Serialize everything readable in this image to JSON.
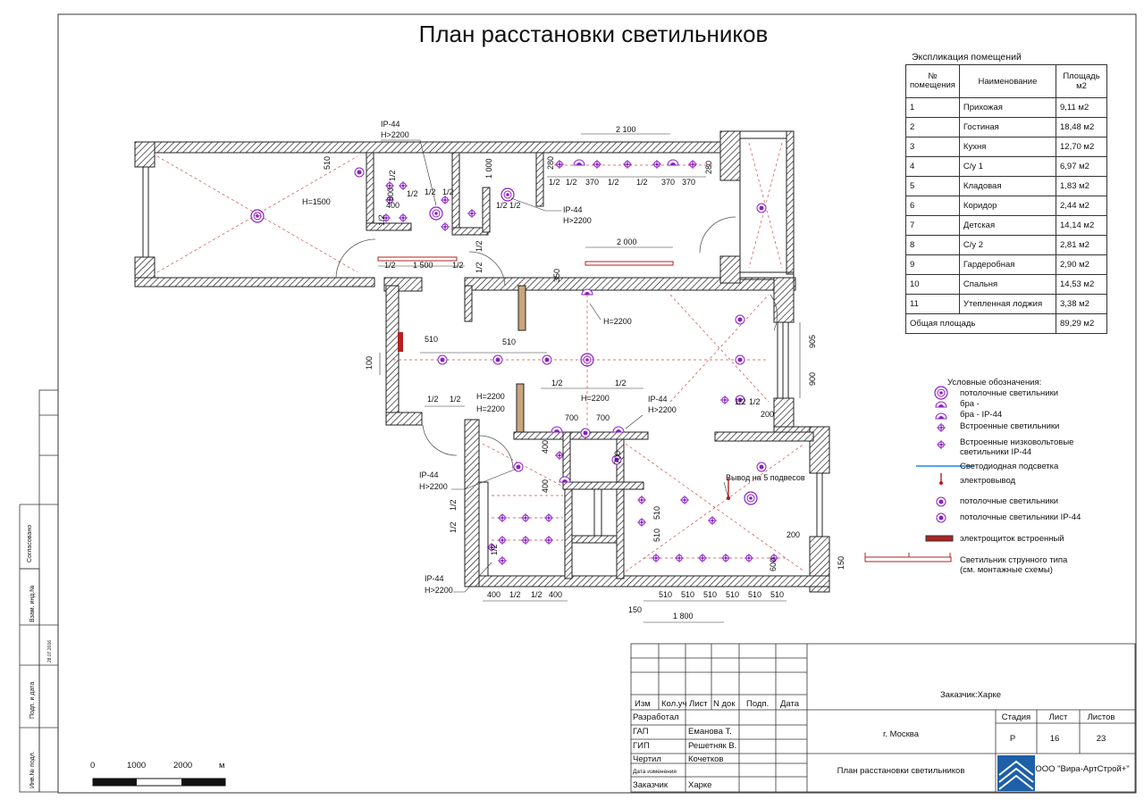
{
  "sheet": {
    "title": "План расстановки светильников"
  },
  "explication": {
    "caption": "Экспликация помещений",
    "headers": [
      "№ помещения",
      "Наименование",
      "Площадь м2"
    ],
    "rows": [
      {
        "n": "1",
        "name": "Прихожая",
        "area": "9,11 м2"
      },
      {
        "n": "2",
        "name": "Гостиная",
        "area": "18,48 м2"
      },
      {
        "n": "3",
        "name": "Кухня",
        "area": "12,70 м2"
      },
      {
        "n": "4",
        "name": "С/у 1",
        "area": "6,97 м2"
      },
      {
        "n": "5",
        "name": "Кладовая",
        "area": "1,83 м2"
      },
      {
        "n": "6",
        "name": "Коридор",
        "area": "2,44 м2"
      },
      {
        "n": "7",
        "name": "Детская",
        "area": "14,14 м2"
      },
      {
        "n": "8",
        "name": "С/у 2",
        "area": "2,81 м2"
      },
      {
        "n": "9",
        "name": "Гардеробная",
        "area": "2,90 м2"
      },
      {
        "n": "10",
        "name": "Спальня",
        "area": "14,53 м2"
      },
      {
        "n": "11",
        "name": "Утепленная лоджия",
        "area": "3,38 м2"
      }
    ],
    "total_label": "Общая площадь",
    "total_value": "89,29 м2"
  },
  "legend": {
    "title": "Условные обозначения:",
    "items": [
      "потолочные светильники",
      "бра -",
      "бра -  IP-44",
      "Встроенные светильники",
      "Встроенные низковольтовые светильники IP-44",
      "Светодиодная подсветка",
      "электровывод",
      "потолочные светильники",
      "потолочные светильники IP-44",
      "электрощиток встроенный",
      "Светильник струнного типа (см. монтажные схемы)"
    ],
    "colors": {
      "lamp": "#8b1fc6",
      "panel": "#b22222",
      "led": "#1e88e5",
      "wall": "#222222"
    }
  },
  "plan_labels": {
    "ip44": "IP-44",
    "h2200": "H>2200",
    "h2200eq": "H=2200",
    "h1500": "H=1500",
    "half": "1/2",
    "out5": "Вывод на 5 подвесов",
    "dims": {
      "d2100": "2 100",
      "d2000": "2 000",
      "d1500": "1 500",
      "d1000": "1 000",
      "d1800": "1 800",
      "d510": "510",
      "d800": "800",
      "d400": "400",
      "d370": "370",
      "d280": "280",
      "d350": "350",
      "d100": "100",
      "d905": "905",
      "d900": "900",
      "d200": "200",
      "d700": "700",
      "d600": "600",
      "d150": "150"
    }
  },
  "scale_bar": {
    "labels": [
      "0",
      "1000",
      "2000",
      "м"
    ]
  },
  "side_stamp": {
    "labels": [
      "Согласовано",
      "Взам. инд.№",
      "Подп. и дата",
      "Инв.№ подл."
    ],
    "date": "28.07.2016"
  },
  "title_block": {
    "headers": [
      "Изм",
      "Кол.уч",
      "Лист",
      "N док",
      "Подп.",
      "Дата"
    ],
    "roles": [
      {
        "role": "Разработал",
        "name": ""
      },
      {
        "role": "ГАП",
        "name": "Еманова Т."
      },
      {
        "role": "ГИП",
        "name": "Решетняк В."
      },
      {
        "role": "Чертил",
        "name": "Кочетков"
      },
      {
        "role": "Дата изменения",
        "name": ""
      },
      {
        "role": "Заказчик",
        "name": "Харке"
      }
    ],
    "customer": "Заказчик:Харке",
    "city": "г. Москва",
    "sheet_name": "План расстановки светильников",
    "stage_label": "Стадия",
    "sheet_label": "Лист",
    "sheets_label": "Листов",
    "stage": "Р",
    "sheet_no": "16",
    "sheets_total": "23",
    "company": "ООО \"Вира-АртСтрой+\""
  }
}
